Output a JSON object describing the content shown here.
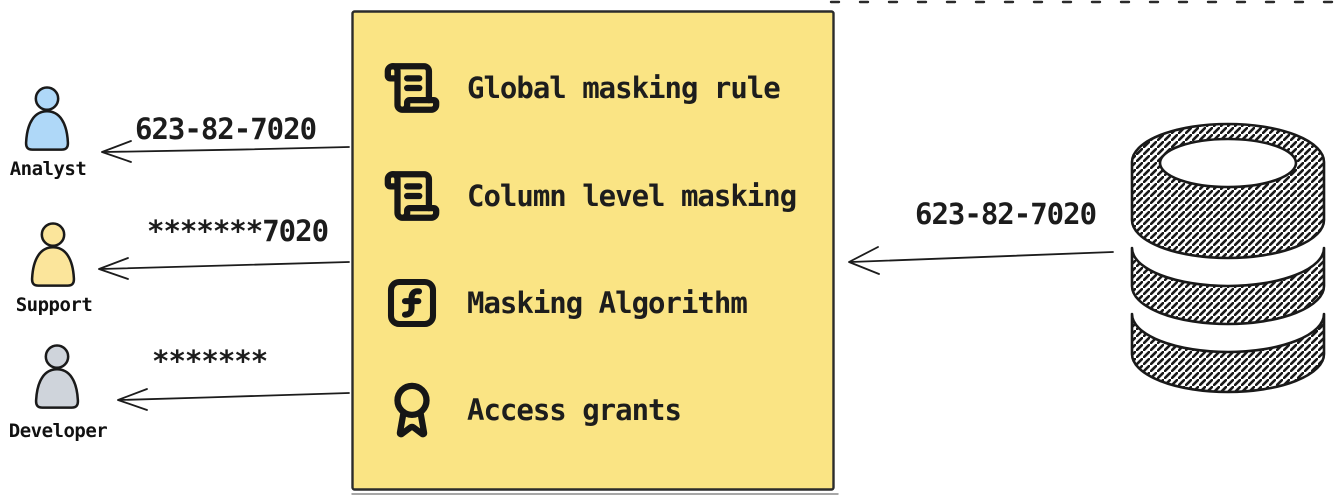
{
  "colors": {
    "ink": "#1c1c1c",
    "box_bg": "#FAE484",
    "box_border": "#2b2b2b",
    "analyst_fill": "#AFD8F8",
    "support_fill": "#FBE59B",
    "developer_fill": "#CFD4DB"
  },
  "personas": [
    {
      "name": "Analyst",
      "icon": "person-icon",
      "color": "#AFD8F8",
      "received_value": "623-82-7020"
    },
    {
      "name": "Support",
      "icon": "person-icon",
      "color": "#FBE59B",
      "received_value": "*******7020"
    },
    {
      "name": "Developer",
      "icon": "person-icon",
      "color": "#CFD4DB",
      "received_value": "*******"
    }
  ],
  "policy_box": {
    "bg": "#FAE484",
    "items": [
      {
        "icon": "scroll-text-icon",
        "label": "Global masking rule"
      },
      {
        "icon": "scroll-text-icon",
        "label": "Column level masking"
      },
      {
        "icon": "function-square-icon",
        "label": "Masking Algorithm"
      },
      {
        "icon": "award-icon",
        "label": "Access grants"
      }
    ]
  },
  "source": {
    "icon": "database-icon",
    "outgoing_value": "623-82-7020"
  }
}
